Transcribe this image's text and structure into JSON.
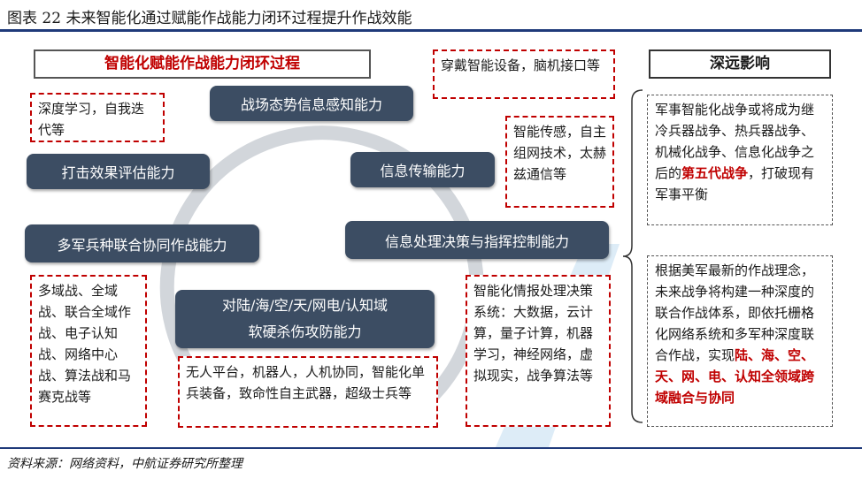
{
  "figure": {
    "title": "图表 22  未来智能化通过赋能作战能力闭环过程提升作战效能",
    "source": "资料来源：网络资料，中航证券研究所整理"
  },
  "loop": {
    "title": "智能化赋能作战能力闭环过程",
    "nodes": {
      "situation": "战场态势信息感知能力",
      "transmission": "信息传输能力",
      "decision": "信息处理决策与指挥控制能力",
      "attack_line1": "对陆/海/空/天/网电/认知域",
      "attack_line2": "软硬杀伤攻防能力",
      "joint": "多军兵种联合协同作战能力",
      "assessment": "打击效果评估能力"
    },
    "notes": {
      "deep_learning": "深度学习，自我迭代等",
      "wearable": "穿戴智能设备，脑机接口等",
      "sensing": "智能传感，自主组网技术，太赫兹通信等",
      "processing": "智能化情报处理决策系统：大数据，云计算，量子计算，机器学习，神经网络，虚拟现实，战争算法等",
      "unmanned": "无人平台，机器人，人机协同，智能化单兵装备，致命性自主武器，超级士兵等",
      "domains": "多域战、全域战、联合全域作战、电子认知战、网络中心战、算法战和马赛克战等"
    }
  },
  "impact": {
    "title": "深远影响",
    "box1": {
      "text": "军事智能化战争或将成为继冷兵器战争、热兵器战争、机械化战争、信息化战争之后的",
      "highlight": "第五代战争",
      "tail": "，打破现有军事平衡"
    },
    "box2": {
      "text": "根据美军最新的作战理念，未来战争将构建一种深度的联合作战体系，即依托栅格化网络系统和多军种深度联合作战，实现",
      "highlight": "陆、海、空、天、网、电、认知全领域跨域融合与协同"
    }
  },
  "colors": {
    "node_bg": "#3c4d63",
    "accent_red": "#c00000",
    "rule_blue": "#1f3a7a"
  }
}
